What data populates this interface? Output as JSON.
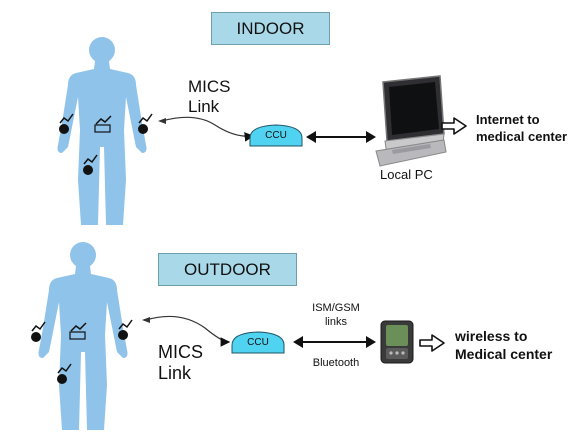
{
  "indoor": {
    "title": "INDOOR",
    "link_label_line1": "MICS",
    "link_label_line2": "Link",
    "ccu_label": "CCU",
    "device_label": "Local PC",
    "destination_line1": "Internet to",
    "destination_line2": "medical center"
  },
  "outdoor": {
    "title": "OUTDOOR",
    "link_label_line1": "MICS",
    "link_label_line2": "Link",
    "ccu_label": "CCU",
    "top_link_line1": "ISM/GSM",
    "top_link_line2": "links",
    "bottom_link": "Bluetooth",
    "destination_line1": "wireless to",
    "destination_line2": "Medical center"
  },
  "colors": {
    "body": "#8fc3ea",
    "ccu": "#4fd3f0",
    "label_box": "#a9d9e8",
    "sensor": "#111111"
  }
}
